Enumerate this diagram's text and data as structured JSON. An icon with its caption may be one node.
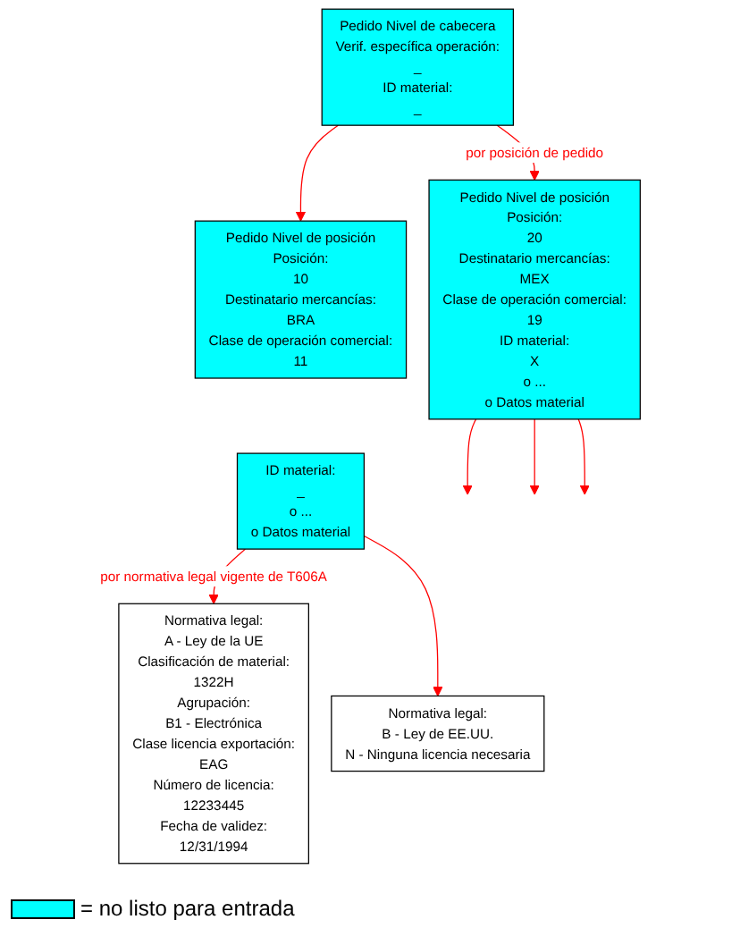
{
  "diagram": {
    "nodes": [
      {
        "text": [
          "Pedido Nivel de cabecera",
          "Verif. específica operación:",
          "_",
          "ID material:",
          "_"
        ]
      },
      {
        "text": [
          "Pedido Nivel de posición",
          "Posición:",
          "10",
          "Destinatario mercancías:",
          "BRA",
          "Clase de operación comercial:",
          "11"
        ]
      },
      {
        "text": [
          "Pedido Nivel de posición",
          "Posición:",
          "20",
          "Destinatario mercancías:",
          "MEX",
          "Clase de operación comercial:",
          "19",
          "ID material:",
          "X",
          "o ...",
          "o Datos material"
        ]
      },
      {
        "text": [
          "ID material:",
          "_",
          "o ...",
          "o Datos material"
        ]
      },
      {
        "text": [
          "Normativa legal:",
          "A - Ley de la UE",
          "Clasificación de material:",
          "1322H",
          "Agrupación:",
          "B1 - Electrónica",
          "Clase licencia exportación:",
          "EAG",
          "Número de licencia:",
          "12233445",
          "Fecha de validez:",
          "12/31/1994"
        ]
      },
      {
        "text": [
          "Normativa legal:",
          "B - Ley de EE.UU.",
          "N - Ninguna licencia necesaria"
        ]
      }
    ],
    "edges": [
      {
        "from": 0,
        "to": 1,
        "arrow": "to"
      },
      {
        "from": 0,
        "to": 2,
        "arrow": "to",
        "label": "por posición de pedido"
      },
      {
        "from": 3,
        "to": 4,
        "arrow": "to",
        "label": "por normativa legal vigente de T606A"
      },
      {
        "from": 3,
        "to": 5,
        "arrow": "to"
      },
      {
        "from": 2,
        "to": null,
        "arrow": "to"
      },
      {
        "from": 2,
        "to": null,
        "arrow": "to"
      },
      {
        "from": 2,
        "to": null,
        "arrow": "to"
      }
    ],
    "legend": [
      {
        "text": "= no listo para entrada",
        "color": "#00ffff"
      }
    ]
  }
}
